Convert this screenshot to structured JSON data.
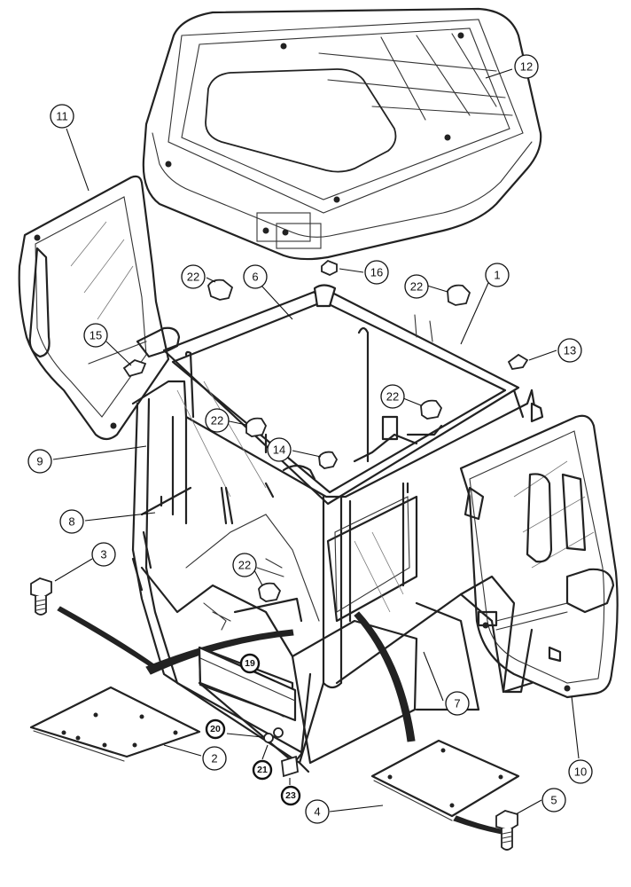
{
  "callouts": [
    {
      "id": "1",
      "label": "1"
    },
    {
      "id": "2",
      "label": "2"
    },
    {
      "id": "3",
      "label": "3"
    },
    {
      "id": "4",
      "label": "4"
    },
    {
      "id": "5",
      "label": "5"
    },
    {
      "id": "6",
      "label": "6"
    },
    {
      "id": "7",
      "label": "7"
    },
    {
      "id": "8",
      "label": "8"
    },
    {
      "id": "9",
      "label": "9"
    },
    {
      "id": "10",
      "label": "10"
    },
    {
      "id": "11",
      "label": "11"
    },
    {
      "id": "12",
      "label": "12"
    },
    {
      "id": "13",
      "label": "13"
    },
    {
      "id": "14",
      "label": "14"
    },
    {
      "id": "15",
      "label": "15"
    },
    {
      "id": "16",
      "label": "16"
    },
    {
      "id": "19",
      "label": "19"
    },
    {
      "id": "20",
      "label": "20"
    },
    {
      "id": "21",
      "label": "21"
    },
    {
      "id": "22a",
      "label": "22"
    },
    {
      "id": "22b",
      "label": "22"
    },
    {
      "id": "22c",
      "label": "22"
    },
    {
      "id": "22d",
      "label": "22"
    },
    {
      "id": "22e",
      "label": "22"
    },
    {
      "id": "23",
      "label": "23"
    }
  ]
}
